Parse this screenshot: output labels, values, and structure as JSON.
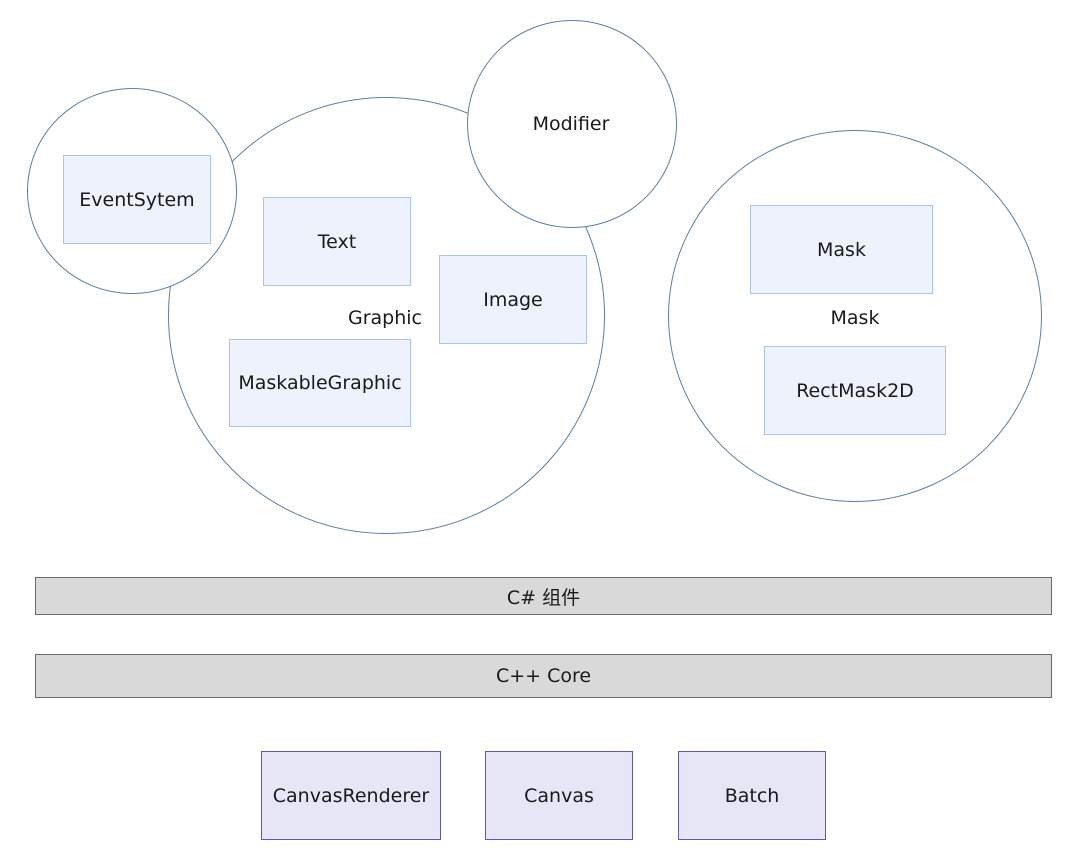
{
  "graphic_group": {
    "label": "Graphic",
    "items": [
      "Text",
      "Image",
      "MaskableGraphic"
    ]
  },
  "event_system": {
    "label": "EventSytem"
  },
  "modifier": {
    "label": "Modifier"
  },
  "mask_group": {
    "label": "Mask",
    "items": [
      "Mask",
      "RectMask2D"
    ]
  },
  "layers": {
    "csharp": "C# 组件",
    "cpp": "C++ Core"
  },
  "core_components": [
    "CanvasRenderer",
    "Canvas",
    "Batch"
  ]
}
